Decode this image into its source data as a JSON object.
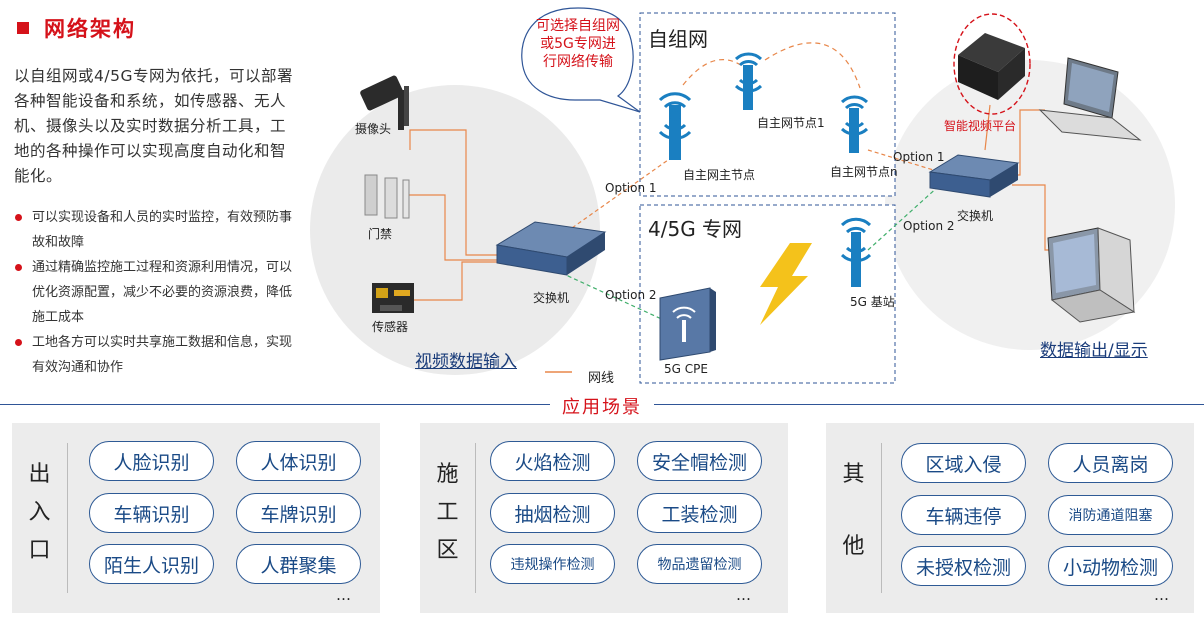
{
  "header": {
    "title": "网络架构"
  },
  "intro": {
    "text": "以自组网或4/5G专网为依托，可以部署各种智能设备和系统，如传感器、无人机、摄像头以及实时数据分析工具，工地的各种操作可以实现高度自动化和智能化。",
    "bullets": [
      "可以实现设备和人员的实时监控，有效预防事故和故障",
      "通过精确监控施工过程和资源利用情况，可以优化资源配置，减少不必要的资源浪费，降低施工成本",
      "工地各方可以实时共享施工数据和信息，实现有效沟通和协作"
    ]
  },
  "diagram": {
    "input_devices": {
      "camera": "摄像头",
      "gate": "门禁",
      "sensor": "传感器"
    },
    "switch_left": "交换机",
    "input_label": "视频数据输入",
    "legend_cable": "网线",
    "callout": "可选择自组网或5G专网进行网络传输",
    "mesh_title": "自组网",
    "mesh_main_node": "自主网主节点",
    "mesh_node_1": "自主网节点1",
    "mesh_node_n": "自主网节点n",
    "private_title": "4/5G 专网",
    "cpe_label": "5G CPE",
    "base_station": "5G 基站",
    "option1_left": "Option 1",
    "option2_left": "Option 2",
    "option1_right": "Option 1",
    "option2_right": "Option 2",
    "switch_right": "交换机",
    "video_platform": "智能视频平台",
    "output_label": "数据输出/显示"
  },
  "scenarios": {
    "title": "应用场景",
    "panels": [
      {
        "label": [
          "出",
          "入",
          "口"
        ],
        "items": [
          "人脸识别",
          "人体识别",
          "车辆识别",
          "车牌识别",
          "陌生人识别",
          "人群聚集"
        ]
      },
      {
        "label": [
          "施",
          "工",
          "区"
        ],
        "items": [
          "火焰检测",
          "安全帽检测",
          "抽烟检测",
          "工装检测",
          "违规操作检测",
          "物品遗留检测"
        ]
      },
      {
        "label": [
          "其",
          "他"
        ],
        "items": [
          "区域入侵",
          "人员离岗",
          "车辆违停",
          "消防通道阻塞",
          "未授权检测",
          "小动物检测"
        ]
      }
    ],
    "ellipsis": "…"
  },
  "colors": {
    "accent_red": "#d5121a",
    "pill_blue": "#2e5a95",
    "divider_blue": "#2f5597",
    "cable_orange": "#e8874a",
    "option_green": "#3fae6a"
  }
}
